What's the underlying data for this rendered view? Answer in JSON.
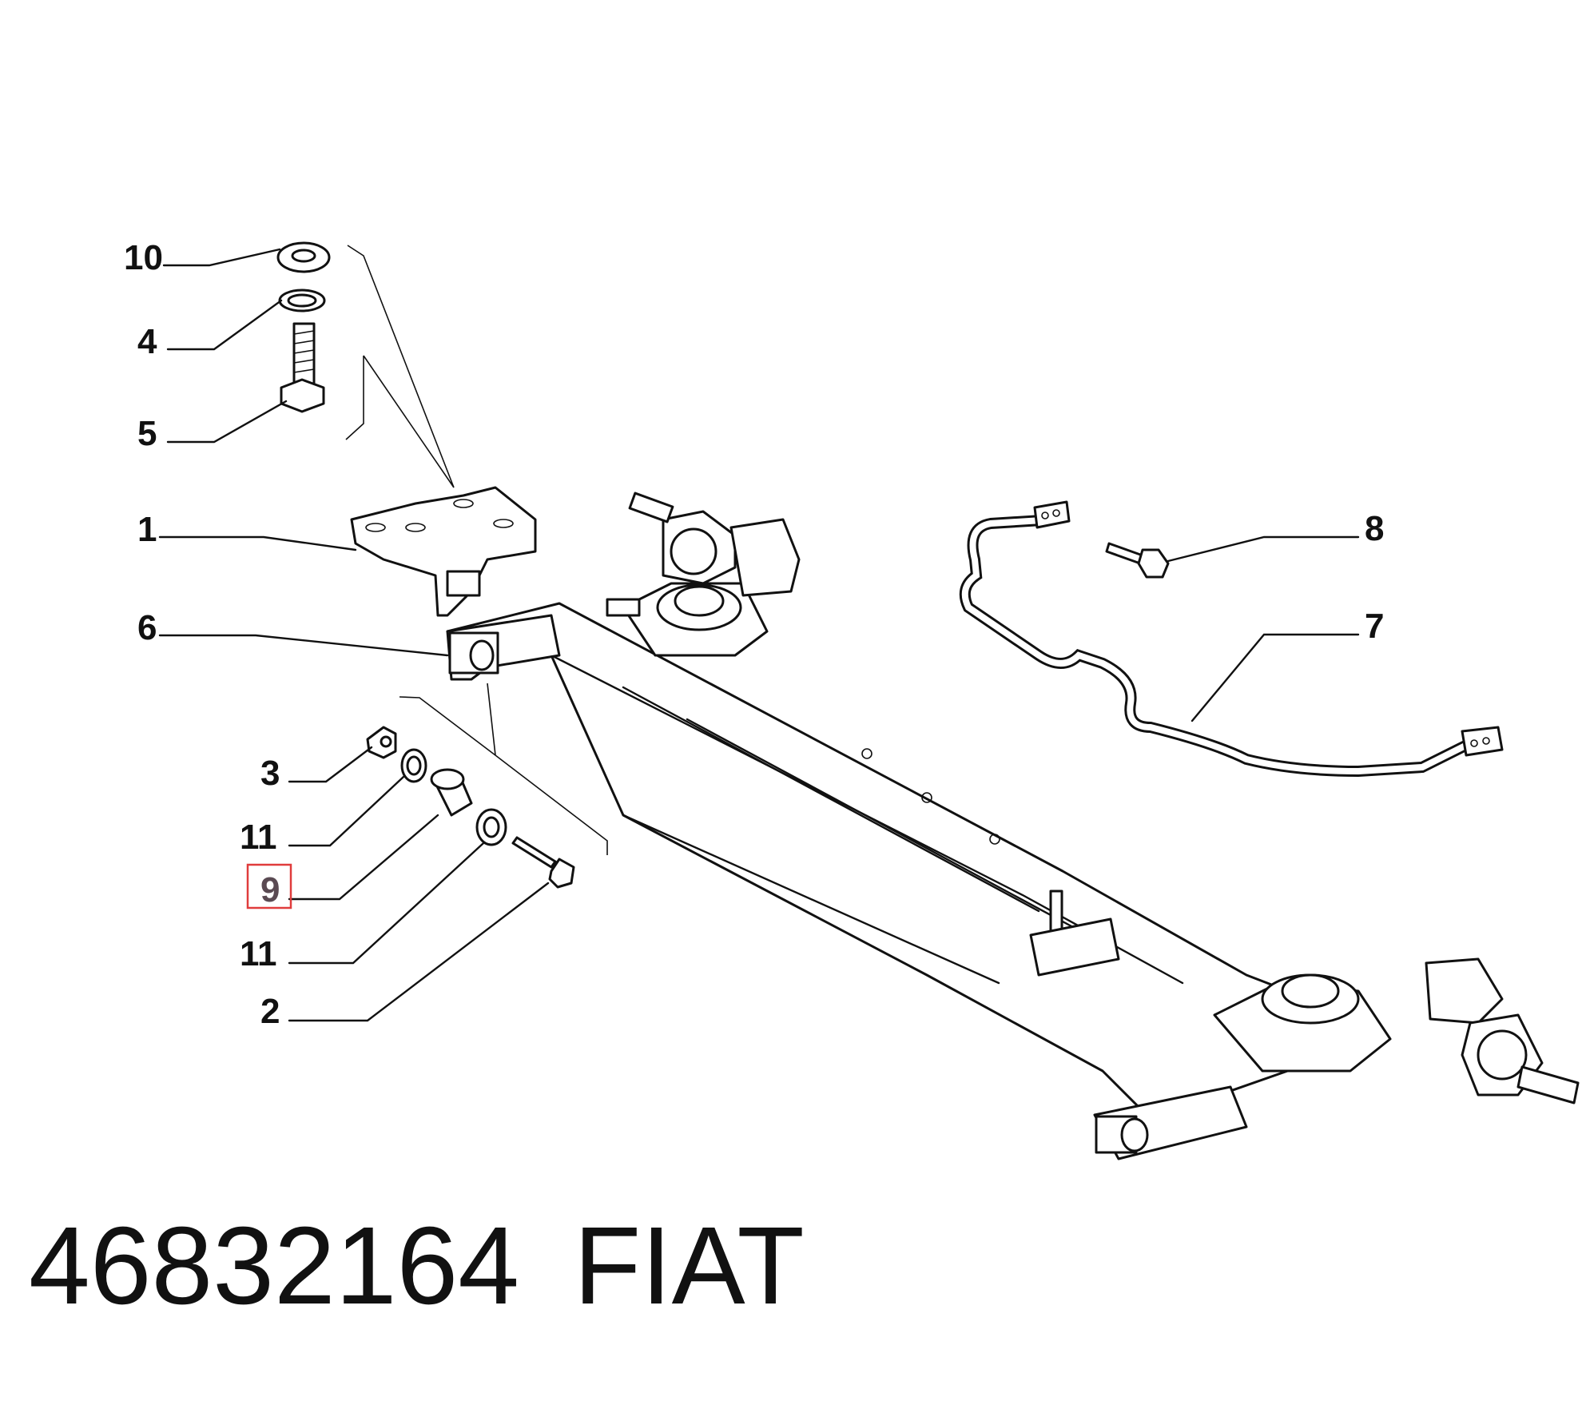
{
  "diagram": {
    "callouts": [
      {
        "id": "c10",
        "label": "10"
      },
      {
        "id": "c4",
        "label": "4"
      },
      {
        "id": "c5",
        "label": "5"
      },
      {
        "id": "c1",
        "label": "1"
      },
      {
        "id": "c6",
        "label": "6"
      },
      {
        "id": "c3",
        "label": "3"
      },
      {
        "id": "c11a",
        "label": "11"
      },
      {
        "id": "c9",
        "label": "9",
        "highlighted": true
      },
      {
        "id": "c11b",
        "label": "11"
      },
      {
        "id": "c2",
        "label": "2"
      },
      {
        "id": "c8",
        "label": "8"
      },
      {
        "id": "c7",
        "label": "7"
      }
    ],
    "highlight_color": "#e03c3c"
  },
  "footer": {
    "part_number": "46832164",
    "brand": "FIAT"
  }
}
